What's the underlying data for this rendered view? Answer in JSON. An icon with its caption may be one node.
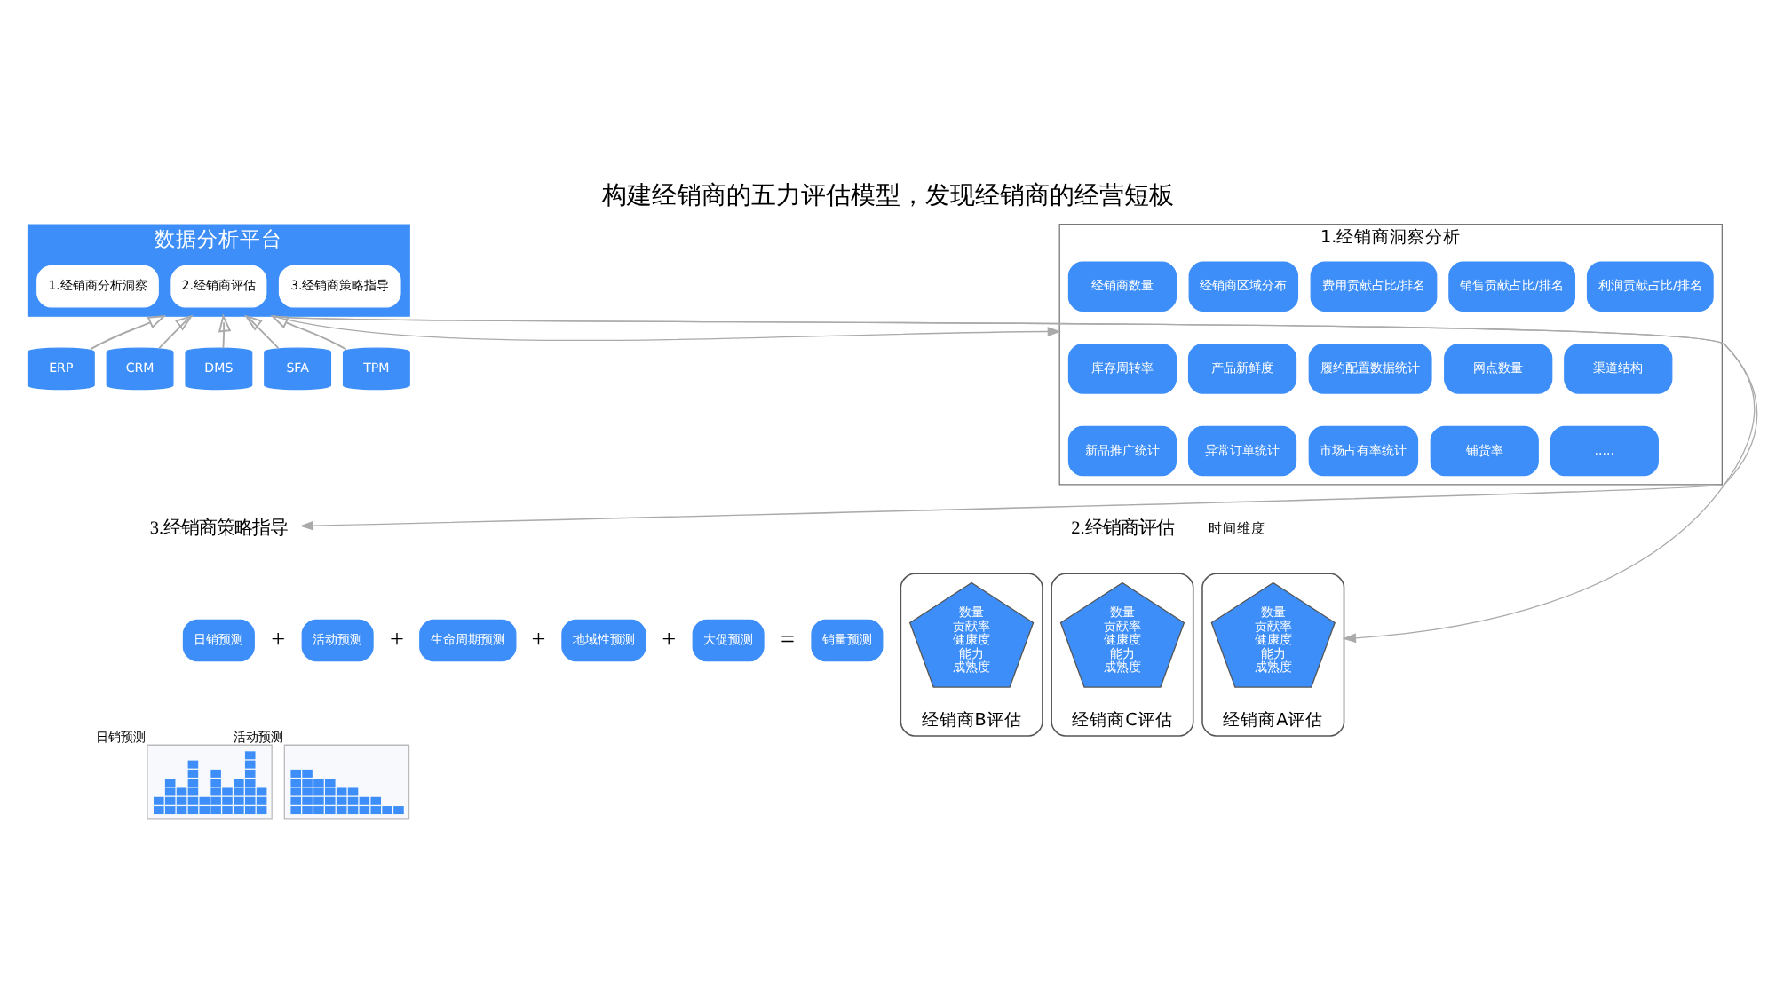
{
  "diagram": {
    "title": "构建经销商的五力评估模型，发现经销商的经营短板",
    "nodes": [
      {
        "text": [
          "数据分析平台"
        ]
      },
      {
        "text": [
          "1.经销商分析洞察"
        ],
        "in": 0
      },
      {
        "text": [
          "2.经销商评估"
        ],
        "in": 0
      },
      {
        "text": [
          "3.经销商策略指导"
        ],
        "in": 0
      },
      {
        "text": [
          "ERP"
        ]
      },
      {
        "text": [
          "CRM"
        ]
      },
      {
        "text": [
          "DMS"
        ]
      },
      {
        "text": [
          "SFA"
        ]
      },
      {
        "text": [
          "TPM"
        ]
      },
      {
        "text": [
          "1.经销商洞察分析"
        ]
      },
      {
        "text": [
          "经销商数量"
        ],
        "in": 9
      },
      {
        "text": [
          "经销商区域分布"
        ],
        "in": 9
      },
      {
        "text": [
          "费用贡献占比/排名"
        ],
        "in": 9
      },
      {
        "text": [
          "销售贡献占比/排名"
        ],
        "in": 9
      },
      {
        "text": [
          "利润贡献占比/排名"
        ],
        "in": 9
      },
      {
        "text": [
          "库存周转率"
        ],
        "in": 9
      },
      {
        "text": [
          "产品新鲜度"
        ],
        "in": 9
      },
      {
        "text": [
          "履约配置数据统计"
        ],
        "in": 9
      },
      {
        "text": [
          "网点数量"
        ],
        "in": 9
      },
      {
        "text": [
          "渠道结构"
        ],
        "in": 9
      },
      {
        "text": [
          "新品推广统计"
        ],
        "in": 9
      },
      {
        "text": [
          "异常订单统计"
        ],
        "in": 9
      },
      {
        "text": [
          "市场占有率统计"
        ],
        "in": 9
      },
      {
        "text": [
          "铺货率"
        ],
        "in": 9
      },
      {
        "text": [
          "....."
        ],
        "in": 9
      },
      {
        "text": [
          "2.经销商评估"
        ]
      },
      {
        "text": [
          "经销商A评估"
        ]
      },
      {
        "text": [
          "数量",
          "贡献率",
          "健康度",
          "能力",
          "成熟度"
        ],
        "in": 26
      },
      {
        "text": [
          "经销商B评估"
        ]
      },
      {
        "text": [
          "数量",
          "贡献率",
          "健康度",
          "能力",
          "成熟度"
        ],
        "in": 28
      },
      {
        "text": [
          "经销商C评估"
        ]
      },
      {
        "text": [
          "数量",
          "贡献率",
          "健康度",
          "能力",
          "成熟度"
        ],
        "in": 30
      },
      {
        "text": [
          "3.经销商策略指导"
        ]
      },
      {
        "text": [
          "日销预测"
        ]
      },
      {
        "text": [
          "活动预测"
        ]
      },
      {
        "text": [
          "生命周期预测"
        ]
      },
      {
        "text": [
          "地域性预测"
        ]
      },
      {
        "text": [
          "大促预测"
        ]
      },
      {
        "text": [
          "销量预测"
        ]
      },
      {
        "text": [],
        "shape": "picture",
        "beside": [
          "日销预测"
        ]
      },
      {
        "text": [],
        "shape": "picture",
        "beside": [
          "活动预测"
        ]
      }
    ],
    "edges": [
      {
        "from": 4,
        "to": 0,
        "arrow": "to"
      },
      {
        "from": 5,
        "to": 0,
        "arrow": "to"
      },
      {
        "from": 6,
        "to": 0,
        "arrow": "to"
      },
      {
        "from": 7,
        "to": 0,
        "arrow": "to"
      },
      {
        "from": 8,
        "to": 0,
        "arrow": "to"
      },
      {
        "from": 0,
        "to": 9,
        "arrow": "to"
      },
      {
        "from": 0,
        "to": 26,
        "arrow": "to"
      },
      {
        "from": 0,
        "to": 32,
        "arrow": "to"
      }
    ],
    "labels": [
      "时间维度",
      "+",
      "+",
      "+",
      "+",
      "="
    ]
  }
}
